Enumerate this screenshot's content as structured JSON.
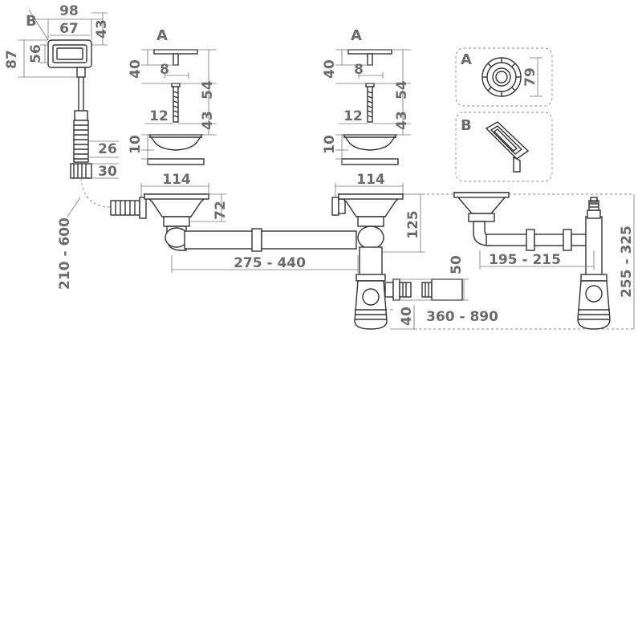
{
  "colors": {
    "line": "#333333",
    "dimension_text": "#6b6b6b",
    "background": "#ffffff"
  },
  "labels": {
    "part_a": "A",
    "part_b": "B"
  },
  "dimensions": {
    "overflow_width_total": "98",
    "overflow_width_inner": "67",
    "overflow_depth": "43",
    "overflow_height_total": "87",
    "overflow_height_inner": "56",
    "overflow_hose_dia1": "26",
    "overflow_hose_dia2": "30",
    "overflow_hose_length": "210 - 600",
    "plug_height_1": "40",
    "plug_width_1": "8",
    "plug_length_1": "54",
    "screw_width_1": "12",
    "screw_length_1": "43",
    "strainer_height_1": "10",
    "waste_dia_1": "114",
    "waste_depth_1": "72",
    "connector_length": "275 - 440",
    "plug_height_2": "40",
    "plug_width_2": "8",
    "plug_length_2": "54",
    "screw_width_2": "12",
    "screw_length_2": "43",
    "strainer_height_2": "10",
    "waste_dia_2": "114",
    "waste_depth_2": "125",
    "side_outlet_dia": "50",
    "trap_offset": "40",
    "outlet_extension": "360 - 890",
    "detail_a_dia": "79",
    "pipe_run_right": "195 - 215",
    "trap_height_right": "255 - 325"
  }
}
